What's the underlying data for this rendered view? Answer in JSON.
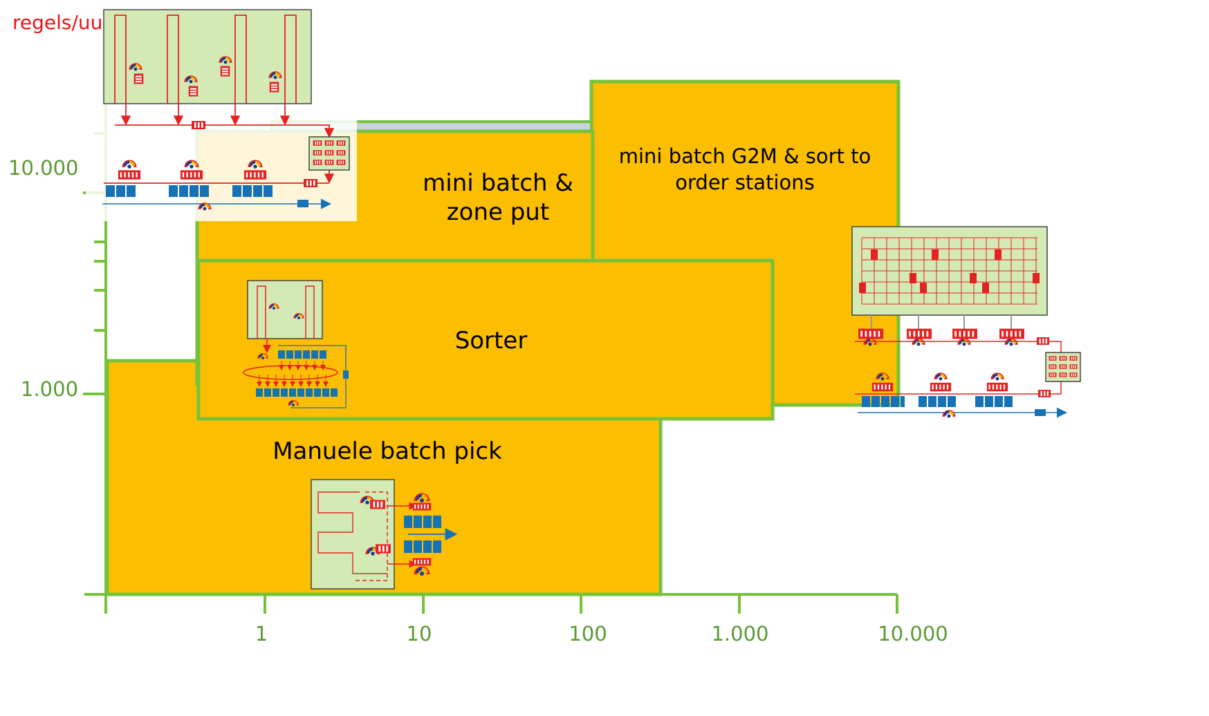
{
  "y_axis_title": "regels/uu",
  "y_ticks": [
    "10.000",
    "1.000"
  ],
  "x_ticks": [
    "1",
    "10",
    "100",
    "1.000",
    "10.000"
  ],
  "regions": {
    "mini_batch_zone_put": [
      "mini batch &",
      "zone put"
    ],
    "mini_batch_g2m": [
      "mini batch G2M & sort to",
      "order stations"
    ],
    "sorter": "Sorter",
    "manuele_batch_pick": "Manuele batch pick"
  },
  "colors": {
    "region_fill": "#fcbe00",
    "region_border": "#77c23a",
    "axis": "#77c23a",
    "panel": "#d4eab5",
    "red": "#e32222",
    "blue": "#1672b6"
  },
  "icons": [
    "picker-icon",
    "tote-icon",
    "conveyor-icon",
    "rack-icon"
  ]
}
